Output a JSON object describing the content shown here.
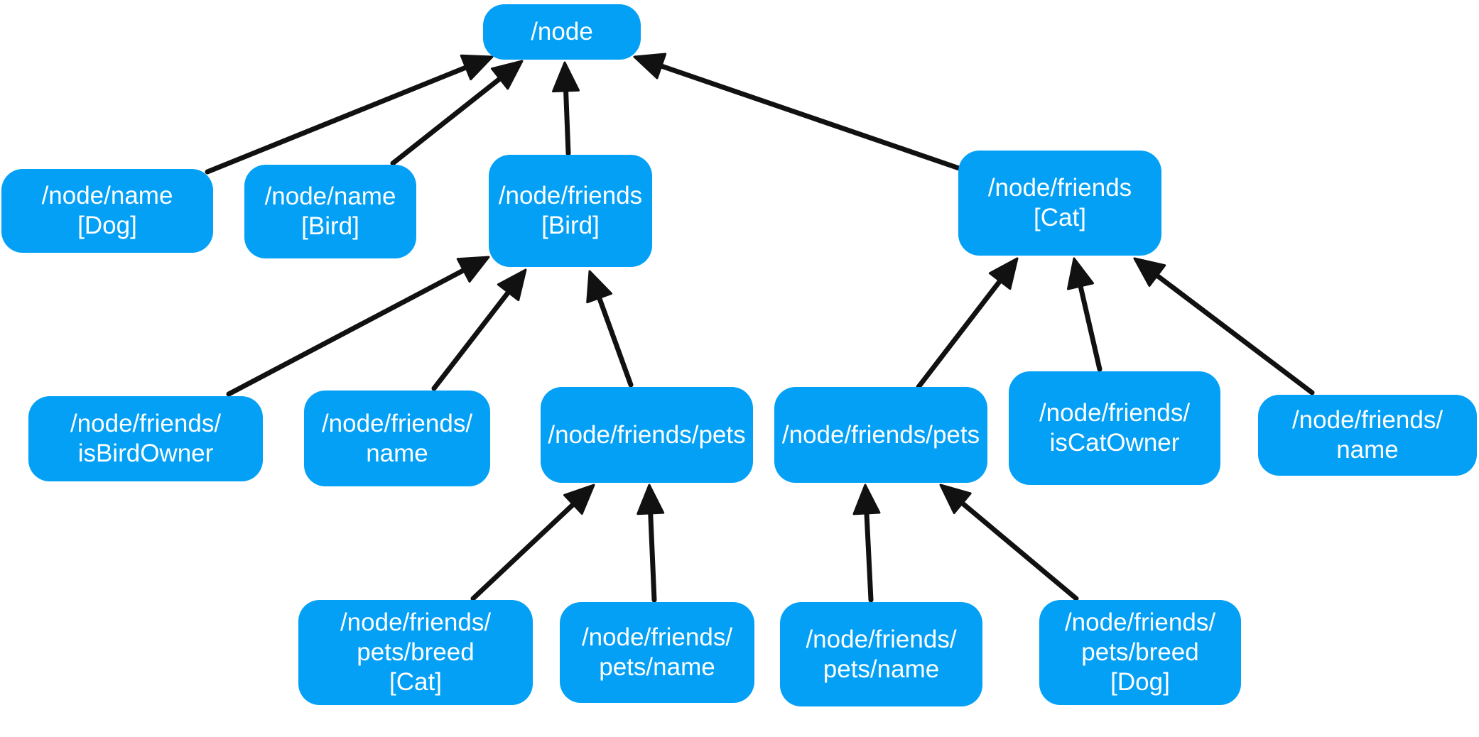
{
  "diagram": {
    "edge_color": "#111111",
    "node_color": "#03a0f6",
    "nodes": [
      {
        "id": "root",
        "label": "/node"
      },
      {
        "id": "name-dog",
        "label": "/node/name\n[Dog]"
      },
      {
        "id": "name-bird",
        "label": "/node/name\n[Bird]"
      },
      {
        "id": "friends-bird",
        "label": "/node/friends\n[Bird]"
      },
      {
        "id": "friends-cat",
        "label": "/node/friends\n[Cat]"
      },
      {
        "id": "fb-isbirdowner",
        "label": "/node/friends/\nisBirdOwner"
      },
      {
        "id": "fb-name",
        "label": "/node/friends/\nname"
      },
      {
        "id": "fb-pets",
        "label": "/node/friends/pets"
      },
      {
        "id": "fc-pets",
        "label": "/node/friends/pets"
      },
      {
        "id": "fc-iscatowner",
        "label": "/node/friends/\nisCatOwner"
      },
      {
        "id": "fc-name",
        "label": "/node/friends/\nname"
      },
      {
        "id": "fbp-breed-cat",
        "label": "/node/friends/\npets/breed\n[Cat]"
      },
      {
        "id": "fbp-name",
        "label": "/node/friends/\npets/name"
      },
      {
        "id": "fcp-name",
        "label": "/node/friends/\npets/name"
      },
      {
        "id": "fcp-breed-dog",
        "label": "/node/friends/\npets/breed\n[Dog]"
      }
    ],
    "edges": [
      {
        "from": "name-dog",
        "to": "root"
      },
      {
        "from": "name-bird",
        "to": "root"
      },
      {
        "from": "friends-bird",
        "to": "root"
      },
      {
        "from": "friends-cat",
        "to": "root"
      },
      {
        "from": "fb-isbirdowner",
        "to": "friends-bird"
      },
      {
        "from": "fb-name",
        "to": "friends-bird"
      },
      {
        "from": "fb-pets",
        "to": "friends-bird"
      },
      {
        "from": "fc-pets",
        "to": "friends-cat"
      },
      {
        "from": "fc-iscatowner",
        "to": "friends-cat"
      },
      {
        "from": "fc-name",
        "to": "friends-cat"
      },
      {
        "from": "fbp-breed-cat",
        "to": "fb-pets"
      },
      {
        "from": "fbp-name",
        "to": "fb-pets"
      },
      {
        "from": "fcp-name",
        "to": "fc-pets"
      },
      {
        "from": "fcp-breed-dog",
        "to": "fc-pets"
      }
    ]
  }
}
